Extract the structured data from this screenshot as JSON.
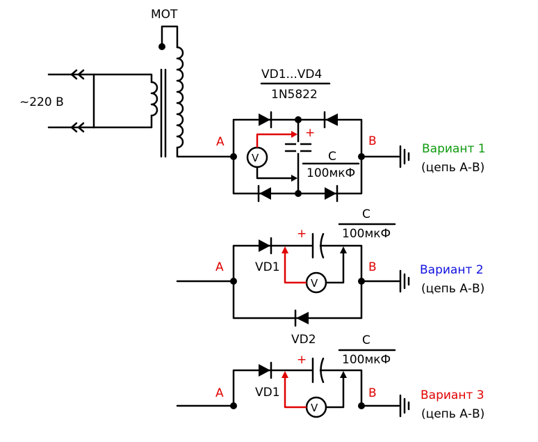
{
  "labels": {
    "mot": "MOT",
    "mains": "~220 В",
    "diodes_title": "VD1...VD4",
    "diodes_part": "1N5822",
    "plus": "+",
    "node_a": "A",
    "node_b": "B",
    "cap_name": "C",
    "cap_value": "100мкФ",
    "voltmeter": "V",
    "vd1": "VD1",
    "vd2": "VD2",
    "circuit": "(цепь А-В)"
  },
  "variants": [
    {
      "label": "Вариант 1",
      "color": "#0c9a0c"
    },
    {
      "label": "Вариант 2",
      "color": "#1010e0"
    },
    {
      "label": "Вариант 3",
      "color": "#e00000"
    }
  ]
}
